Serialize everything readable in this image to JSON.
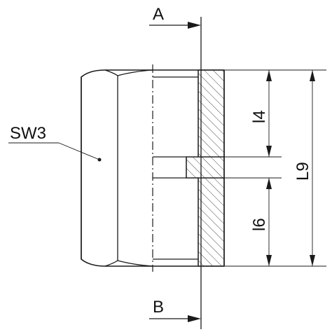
{
  "labels": {
    "section_a": "A",
    "section_b": "B",
    "sw": "SW3",
    "l4": "l4",
    "l6": "l6",
    "l9": "L9"
  },
  "colors": {
    "line": "#1a1a1a",
    "background": "#ffffff"
  }
}
